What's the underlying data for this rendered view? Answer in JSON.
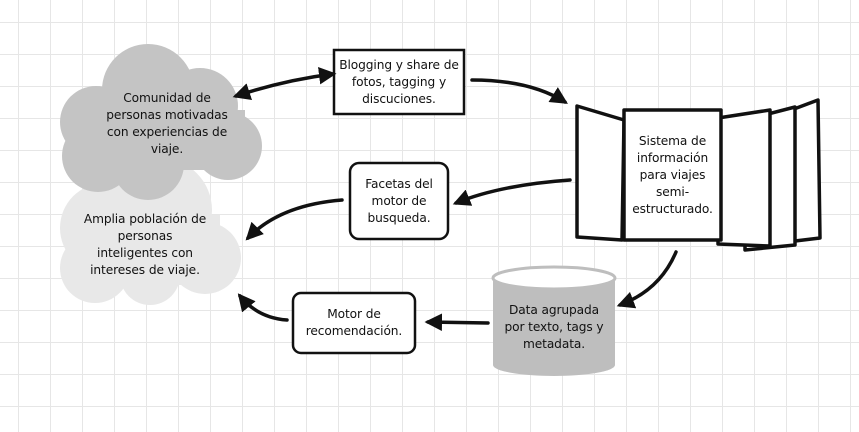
{
  "colors": {
    "background": "#ffffff",
    "grid": "#e6e6e6",
    "stroke": "#111111",
    "cloud_dark": "#c4c4c4",
    "cloud_light": "#e8e8e8",
    "database": "#bebebe"
  },
  "nodes": {
    "community_cloud": "Comunidad de\npersonas motivadas\ncon experiencias de\nviaje.",
    "population_cloud": "Amplia población de\npersonas\ninteligentes con\nintereses de viaje.",
    "blogging_box": "Blogging y share de\nfotos, tagging y\ndiscuciones.",
    "info_system": "Sistema de\ninformación\npara viajes\nsemi-\nestructurado.",
    "facets_box": "Facetas del\nmotor de\nbusqueda.",
    "data_db": "Data agrupada\npor texto, tags y\nmetadata.",
    "recommend_box": "Motor de\nrecomendación."
  }
}
